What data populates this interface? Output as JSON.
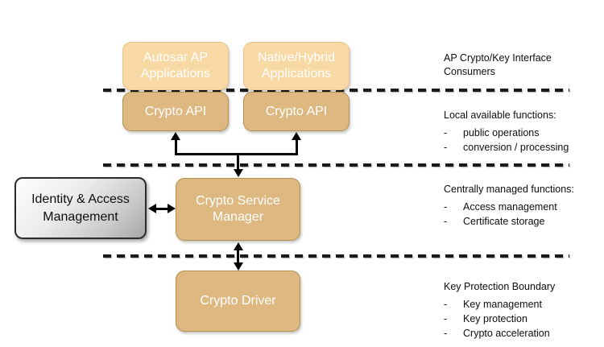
{
  "colors": {
    "background": "#FFFFFF",
    "box_light": "#F8D9A4",
    "box_light_border": "#EAC389",
    "box_dark": "#DDB881",
    "box_dark_border": "#B3914F",
    "arrow": "#000000",
    "dash": "#1A1A1A",
    "text_on_tan": "#FFFFFF",
    "text_dark": "#0D0D0D"
  },
  "bullet": "-",
  "boxes": {
    "autosar": "Autosar AP\nApplications",
    "native": "Native/Hybrid\nApplications",
    "api1": "Crypto API",
    "api2": "Crypto API",
    "iam": "Identity & Access\nManagement",
    "csm": "Crypto Service\nManager",
    "driver": "Crypto Driver"
  },
  "sections": [
    {
      "title": "AP Crypto/Key Interface\nConsumers",
      "items": []
    },
    {
      "title": "Local available functions:",
      "items": [
        "public operations",
        "conversion / processing"
      ]
    },
    {
      "title": "Centrally managed functions:",
      "items": [
        "Access management",
        "Certificate storage"
      ]
    },
    {
      "title": "Key Protection Boundary",
      "items": [
        "Key management",
        "Key protection",
        "Crypto acceleration"
      ]
    }
  ]
}
